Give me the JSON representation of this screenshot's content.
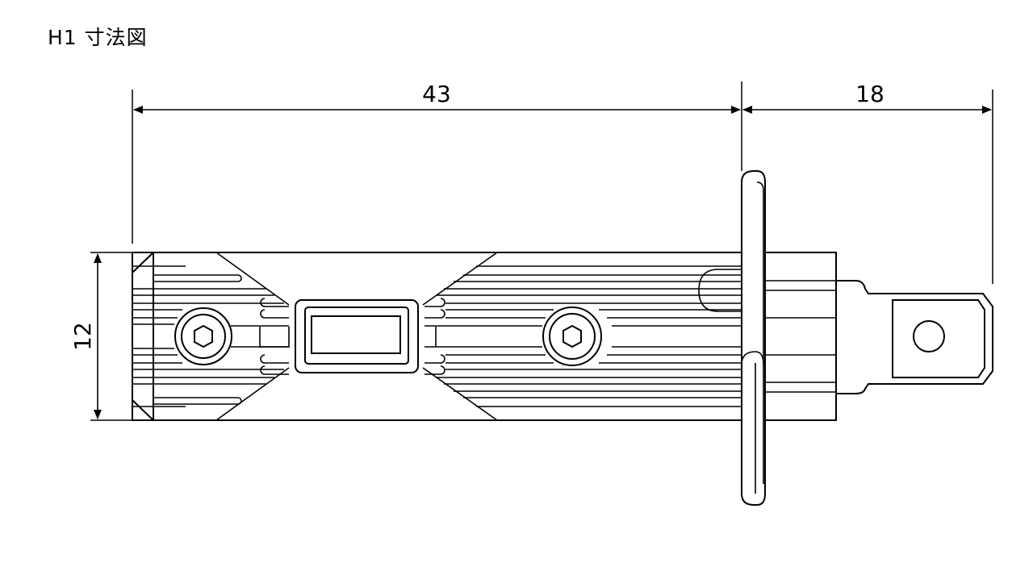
{
  "title": "H1 寸法図",
  "dimensions": {
    "body_length": "43",
    "terminal_length": "18",
    "body_height": "12"
  }
}
